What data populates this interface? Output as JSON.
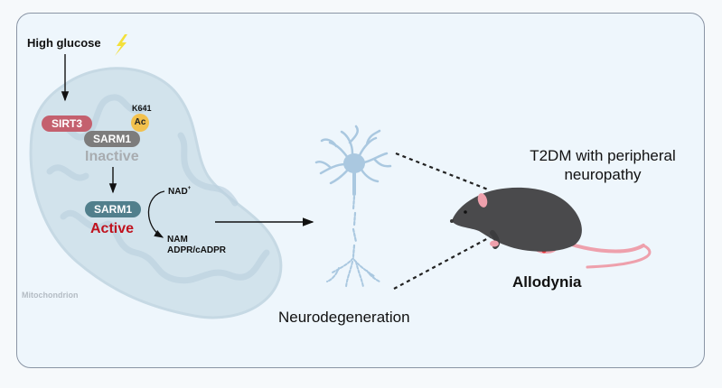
{
  "figure": {
    "stimulus": {
      "label": "High glucose",
      "icon": "lightning-bolt-icon"
    },
    "mitochondrion": {
      "label": "Mitochondrion",
      "proteins": {
        "sirt3": "SIRT3",
        "sarm1_inactive": "SARM1",
        "sarm1_active": "SARM1"
      },
      "acetylation": {
        "site": "K641",
        "mark": "Ac"
      },
      "states": {
        "inactive": "Inactive",
        "active": "Active"
      },
      "reaction": {
        "substrate": "NAD",
        "substrate_charge": "+",
        "product_1": "NAM",
        "product_2": "ADPR/cADPR"
      }
    },
    "neuron": {
      "label": "Neurodegeneration"
    },
    "mouse": {
      "condition_line_1": "T2DM with peripheral",
      "condition_line_2": "neuropathy",
      "phenotype": "Allodynia"
    },
    "colors": {
      "panel_bg": "#eef6fc",
      "panel_border": "#8a95a5",
      "sirt3": "#c4606e",
      "sarm1_inactive": "#7d7c7c",
      "sarm1_active": "#517f8c",
      "acetyl": "#f2c14e",
      "active_text": "#c0121e",
      "inactive_text": "#a8acb0",
      "mito_fill": "#cfe0ea",
      "neuron": "#aac8e0",
      "mouse_body": "#4a4a4c",
      "mouse_pink": "#eea0ac"
    }
  }
}
